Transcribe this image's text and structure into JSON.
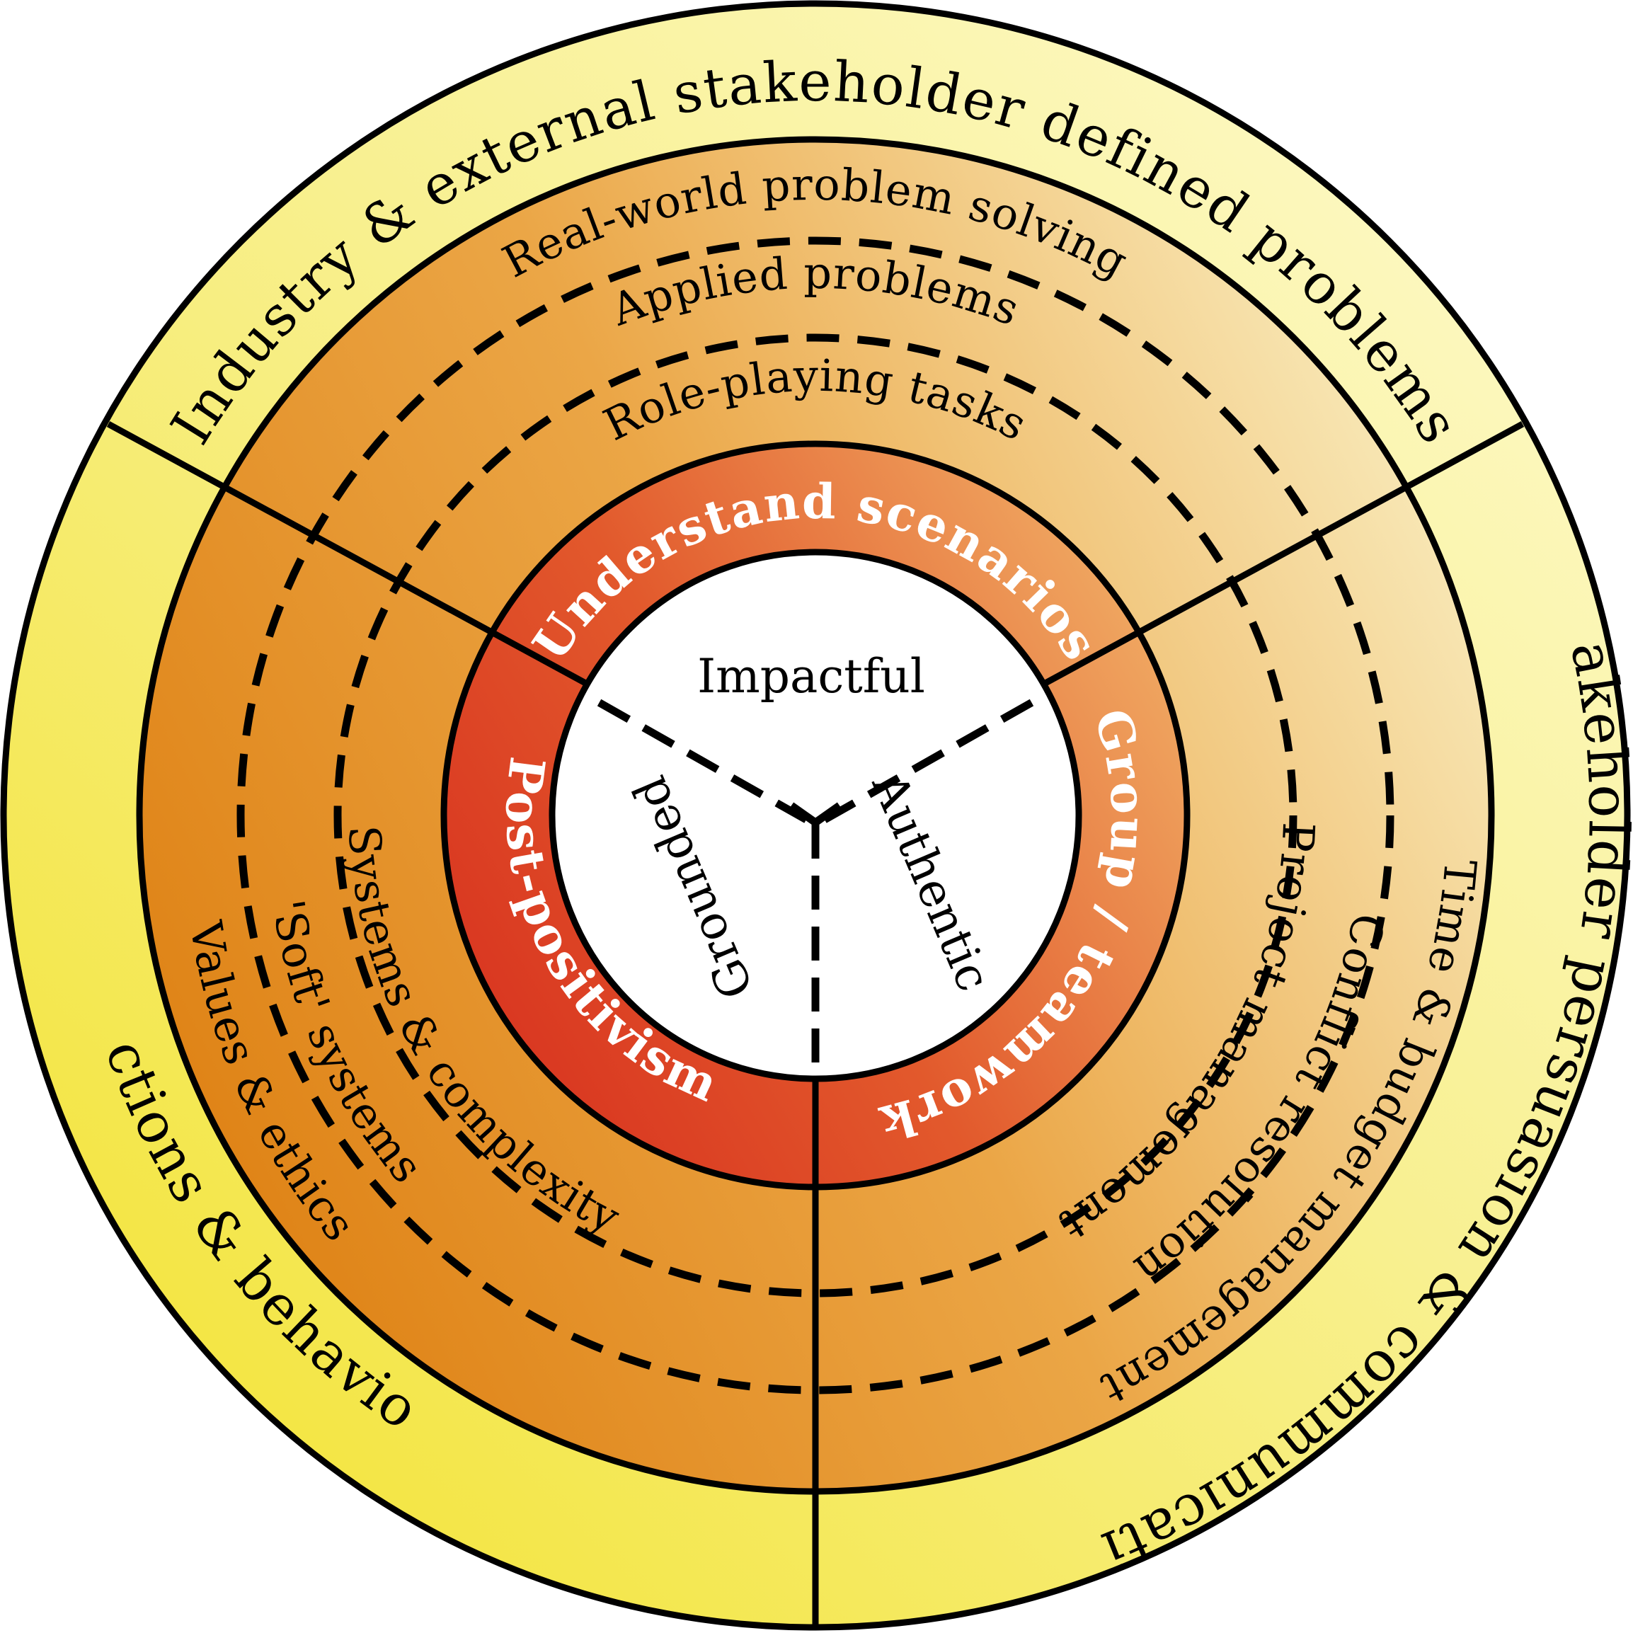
{
  "colors": {
    "outer_ring_yellow": "#f2e22a",
    "outer_ring_pale": "#fefbd2",
    "middle_ring_dark": "#de8012",
    "middle_ring_light": "#f9edbf",
    "inner_ring_red": "#d8321f",
    "inner_ring_light": "#f1b067",
    "core": "#ffffff",
    "lines": "#000000"
  },
  "outer_ring": {
    "top": "Industry & external stakeholder defined problems",
    "right": "Stakeholder persuasion & communication",
    "left": "Actions & behaviour"
  },
  "middle_ring": {
    "top": [
      "Real-world problem solving",
      "Applied problems",
      "Role-playing tasks"
    ],
    "right": [
      "Time & budget management",
      "Conflict resolution",
      "Project management"
    ],
    "left": [
      "Values & ethics",
      "'Soft' systems",
      "Systems & complexity"
    ]
  },
  "inner_ring": {
    "top": "Understand scenarios",
    "right": "Group / teamwork",
    "left": "Post-positivism"
  },
  "core": {
    "top": "Impactful",
    "right": "Authentic",
    "left": "Grounded"
  }
}
